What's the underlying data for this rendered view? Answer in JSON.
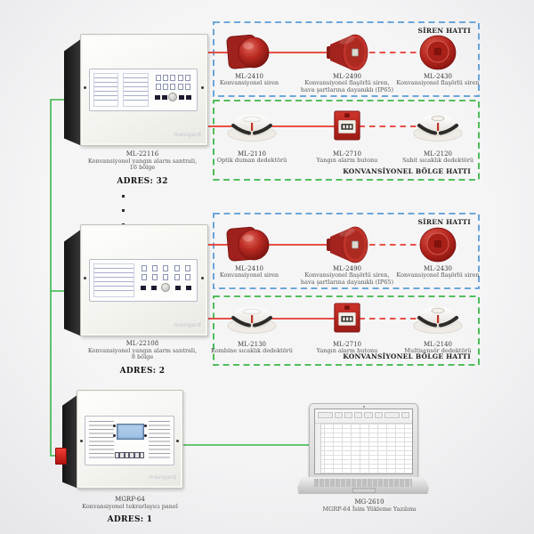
{
  "brand": "mavigard",
  "colors": {
    "wire_red": "#e6392e",
    "wire_green": "#39b54a",
    "box_blue": "#5b9bd5",
    "box_green": "#3cb649",
    "device_red": "#b7271f"
  },
  "panels": [
    {
      "model": "ML-22116",
      "desc": [
        "Konvansiyonel yangın alarm santrali,",
        "16 bölge"
      ],
      "adres": "ADRES: 32"
    },
    {
      "model": "ML-22108",
      "desc": [
        "Konvansiyonel yangın alarm santrali,",
        "8 bölge"
      ],
      "adres": "ADRES: 2"
    },
    {
      "model": "MGRP-64",
      "desc": [
        "Konvansiyonel tekrarlayıcı panel"
      ],
      "adres": "ADRES: 1"
    }
  ],
  "boxes": {
    "siren1": {
      "label": "SİREN HATTI",
      "devices": [
        {
          "model": "ML-2410",
          "desc1": "Konvansiyonel siren",
          "desc2": ""
        },
        {
          "model": "ML-2490",
          "desc1": "Konvansiyonel flaşörlü siren,",
          "desc2": "hava şartlarına dayanıklı (IP65)"
        },
        {
          "model": "ML-2430",
          "desc1": "Konvansiyonel flaşörlü siren",
          "desc2": ""
        }
      ]
    },
    "zone1": {
      "label": "KONVANSİYONEL BÖLGE HATTI",
      "devices": [
        {
          "model": "ML-2110",
          "desc1": "Optik duman dedektörü"
        },
        {
          "model": "ML-2710",
          "desc1": "Yangın alarm butonu"
        },
        {
          "model": "ML-2120",
          "desc1": "Sabit sıcaklık dedektörü"
        }
      ]
    },
    "siren2": {
      "label": "SİREN HATTI",
      "devices": [
        {
          "model": "ML-2410",
          "desc1": "Konvansiyonel siren",
          "desc2": ""
        },
        {
          "model": "ML-2490",
          "desc1": "Konvansiyonel flaşörlü siren,",
          "desc2": "hava şartlarına dayanıklı (IP65)"
        },
        {
          "model": "ML-2430",
          "desc1": "Konvansiyonel flaşörlü siren",
          "desc2": ""
        }
      ]
    },
    "zone2": {
      "label": "KONVANSİYONEL BÖLGE HATTI",
      "devices": [
        {
          "model": "ML-2130",
          "desc1": "Kombine sıcaklık dedektörü"
        },
        {
          "model": "ML-2710",
          "desc1": "Yangın alarm butonu"
        },
        {
          "model": "ML-2140",
          "desc1": "Multisensör dedektörü"
        }
      ]
    }
  },
  "laptop": {
    "model": "MG-2610",
    "desc": "MGRP-64 İsim Yükleme Yazılımı"
  }
}
